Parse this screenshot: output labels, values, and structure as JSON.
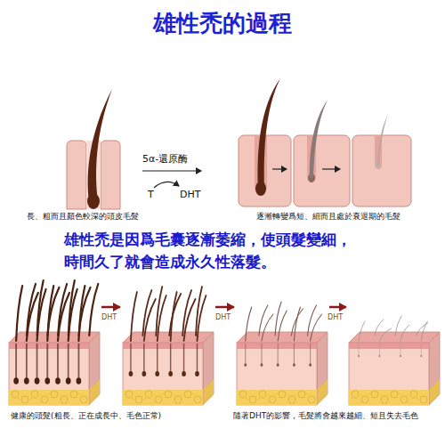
{
  "diagram": {
    "title": "雄性禿的過程",
    "labels": [
      "5α-還原酶",
      "T",
      "DHT",
      "長、粗而且顏色較深的頭皮毛髮",
      "逐漸轉變爲短、細而且處於衰退期的毛髮",
      "雄性禿是因爲毛囊逐漸萎縮，使頭髮變細， 時間久了就會造成永久性落髮。",
      "DHT",
      "DHT",
      "DHT",
      "健康的頭髮(粗長、正在成長中、毛色正常)",
      "隨著DHT的影響，毛髮將會越來越細、短且失去毛色"
    ]
  }
}
